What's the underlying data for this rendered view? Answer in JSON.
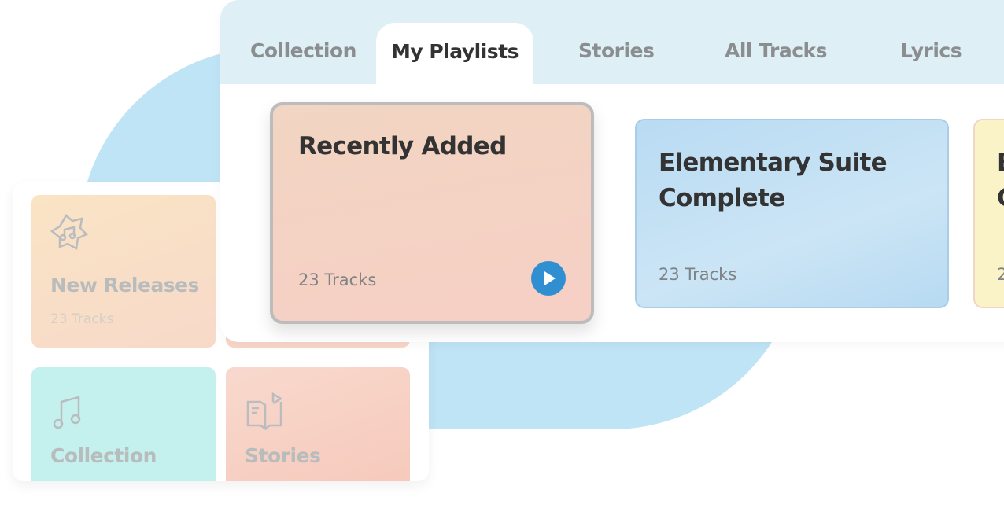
{
  "colors": {
    "accent": "#2f8fd0",
    "blob": "#bfe4f6",
    "tab_bar": "#dfeff6"
  },
  "tabs": [
    {
      "label": "Collection"
    },
    {
      "label": "My Playlists",
      "active": true
    },
    {
      "label": "Stories"
    },
    {
      "label": "All Tracks"
    },
    {
      "label": "Lyrics"
    }
  ],
  "playlists": [
    {
      "title": "Recently Added",
      "tracks": "23 Tracks",
      "selected": true,
      "play_icon": "play-icon"
    },
    {
      "title": "Elementary Suite Complete",
      "tracks": "23 Tracks"
    },
    {
      "title_line1": "B",
      "title_line2": "C",
      "tracks": "2"
    }
  ],
  "library": [
    {
      "title": "New Releases",
      "tracks": "23 Tracks",
      "icon": "badge-music-note-icon"
    },
    {
      "title": "Collection",
      "icon": "music-note-icon"
    },
    {
      "title": "Stories",
      "icon": "book-play-icon"
    }
  ]
}
